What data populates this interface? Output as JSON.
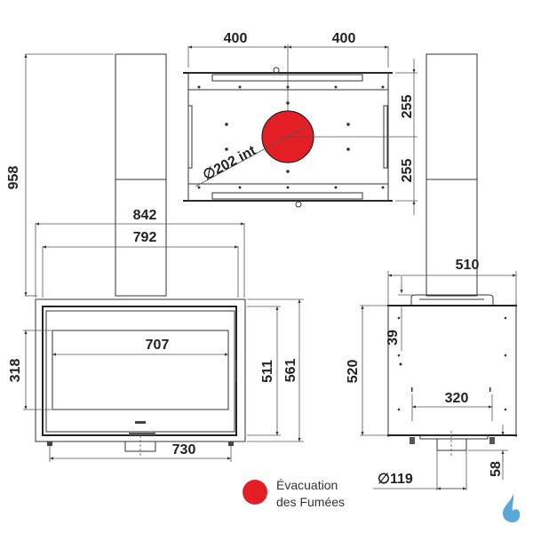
{
  "drawing": {
    "top_view": {
      "width_left": "400",
      "width_right": "400",
      "depth_top": "255",
      "depth_bottom": "255",
      "flue_diameter": "202 int",
      "flue_symbol": "∅"
    },
    "front_view": {
      "total_height": "958",
      "outer_width": "842",
      "inner_width": "792",
      "glass_width": "707",
      "glass_height": "318",
      "inner_height": "511",
      "outer_height": "561",
      "feet_spacing": "730"
    },
    "side_view": {
      "depth": "510",
      "height": "520",
      "top_offset": "39",
      "feet_spacing": "320",
      "outlet_height": "58",
      "outlet_diameter": "119",
      "outlet_symbol": "∅"
    },
    "legend": {
      "line1": "Évacuation",
      "line2": "des Fumées",
      "color": "#e31e24"
    },
    "logo": {
      "icon": "water-drop-logo-icon",
      "color": "#5aa7d8"
    }
  }
}
